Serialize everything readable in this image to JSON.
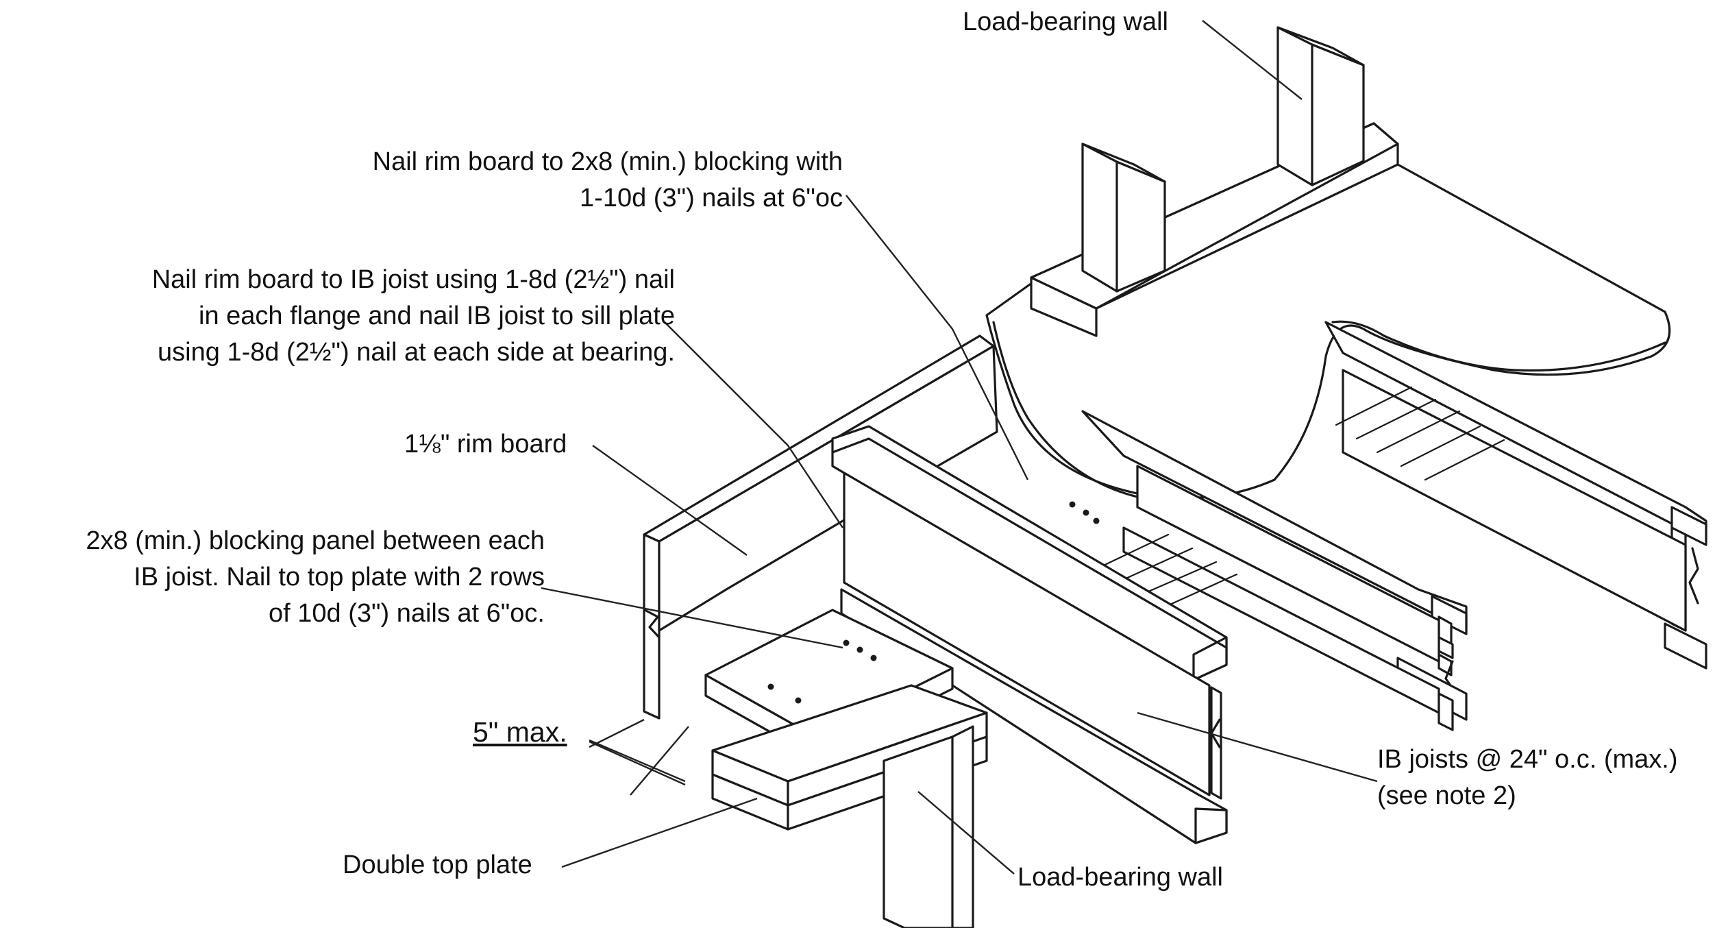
{
  "labels": {
    "load_bearing_wall_top": "Load-bearing wall",
    "nail_rim_blocking": [
      "Nail rim board to 2x8 (min.) blocking with",
      "1-10d (3\") nails at 6\"oc"
    ],
    "nail_rim_joist": [
      "Nail rim board to IB joist using 1-8d (2½\") nail",
      "in each flange and nail IB joist to sill plate",
      "using 1-8d (2½\") nail at each side at bearing."
    ],
    "rim_board": "1⅛\" rim board",
    "blocking_panel": [
      "2x8 (min.) blocking panel between each",
      "IB joist. Nail to top plate with 2 rows",
      "of 10d (3\") nails at 6\"oc."
    ],
    "five_max": "5\" max.",
    "ib_joists": [
      "IB joists @ 24\" o.c. (max.)",
      "(see note 2)"
    ],
    "double_top_plate": "Double top plate",
    "load_bearing_wall_bottom": "Load-bearing wall"
  },
  "colors": {
    "line": "#1a1a1a",
    "background": "#ffffff"
  }
}
